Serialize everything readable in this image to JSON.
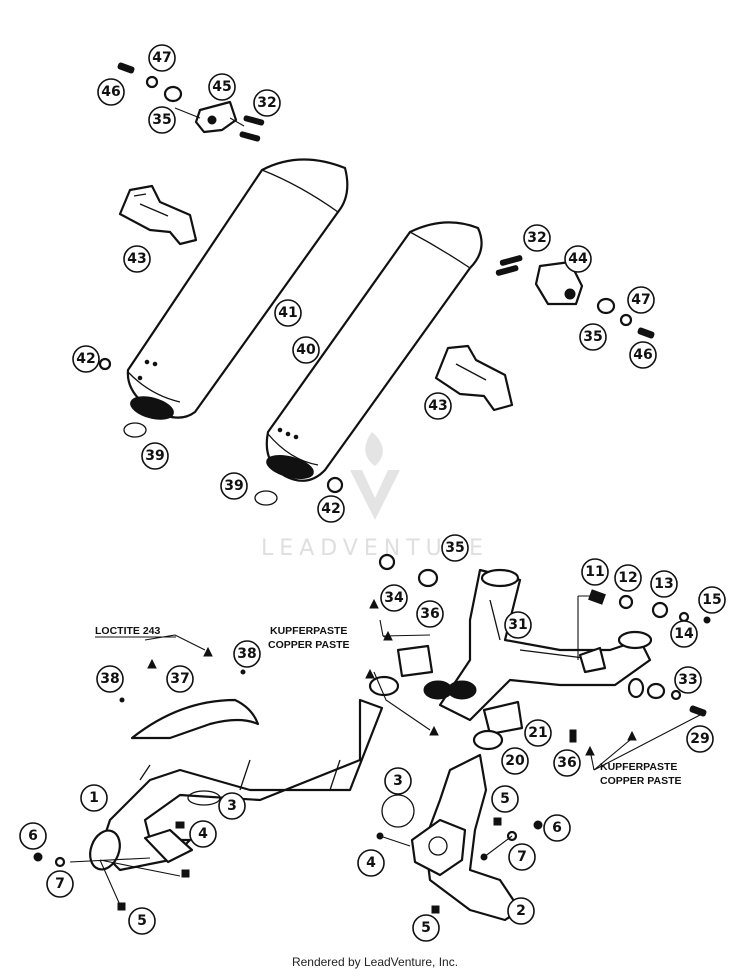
{
  "watermark": {
    "text": "LEADVENTURE"
  },
  "labels": {
    "loctite": "LOCTITE 243",
    "kupferpaste_1": "KUPFERPASTE",
    "copper_paste_1": "COPPER PASTE",
    "kupferpaste_2": "KUPFERPASTE",
    "copper_paste_2": "COPPER PASTE"
  },
  "callouts": {
    "c47a": "47",
    "c46a": "46",
    "c45": "45",
    "c32a": "32",
    "c35a": "35",
    "c43a": "43",
    "c41": "41",
    "c42a": "42",
    "c39a": "39",
    "c32b": "32",
    "c44": "44",
    "c47b": "47",
    "c35b": "35",
    "c46b": "46",
    "c40": "40",
    "c43b": "43",
    "c39b": "39",
    "c42b": "42",
    "c35c": "35",
    "c34": "34",
    "c36a": "36",
    "c31": "31",
    "c11": "11",
    "c12": "12",
    "c13": "13",
    "c15": "15",
    "c14": "14",
    "c38a": "38",
    "c38b": "38",
    "c37": "37",
    "c33": "33",
    "c21": "21",
    "c29": "29",
    "c20": "20",
    "c36b": "36",
    "c1": "1",
    "c3a": "3",
    "c4a": "4",
    "c6a": "6",
    "c7a": "7",
    "c5a": "5",
    "c3b": "3",
    "c5b": "5",
    "c6b": "6",
    "c4b": "4",
    "c7b": "7",
    "c2": "2",
    "c5c": "5"
  },
  "footer": "Rendered by LeadVenture, Inc."
}
